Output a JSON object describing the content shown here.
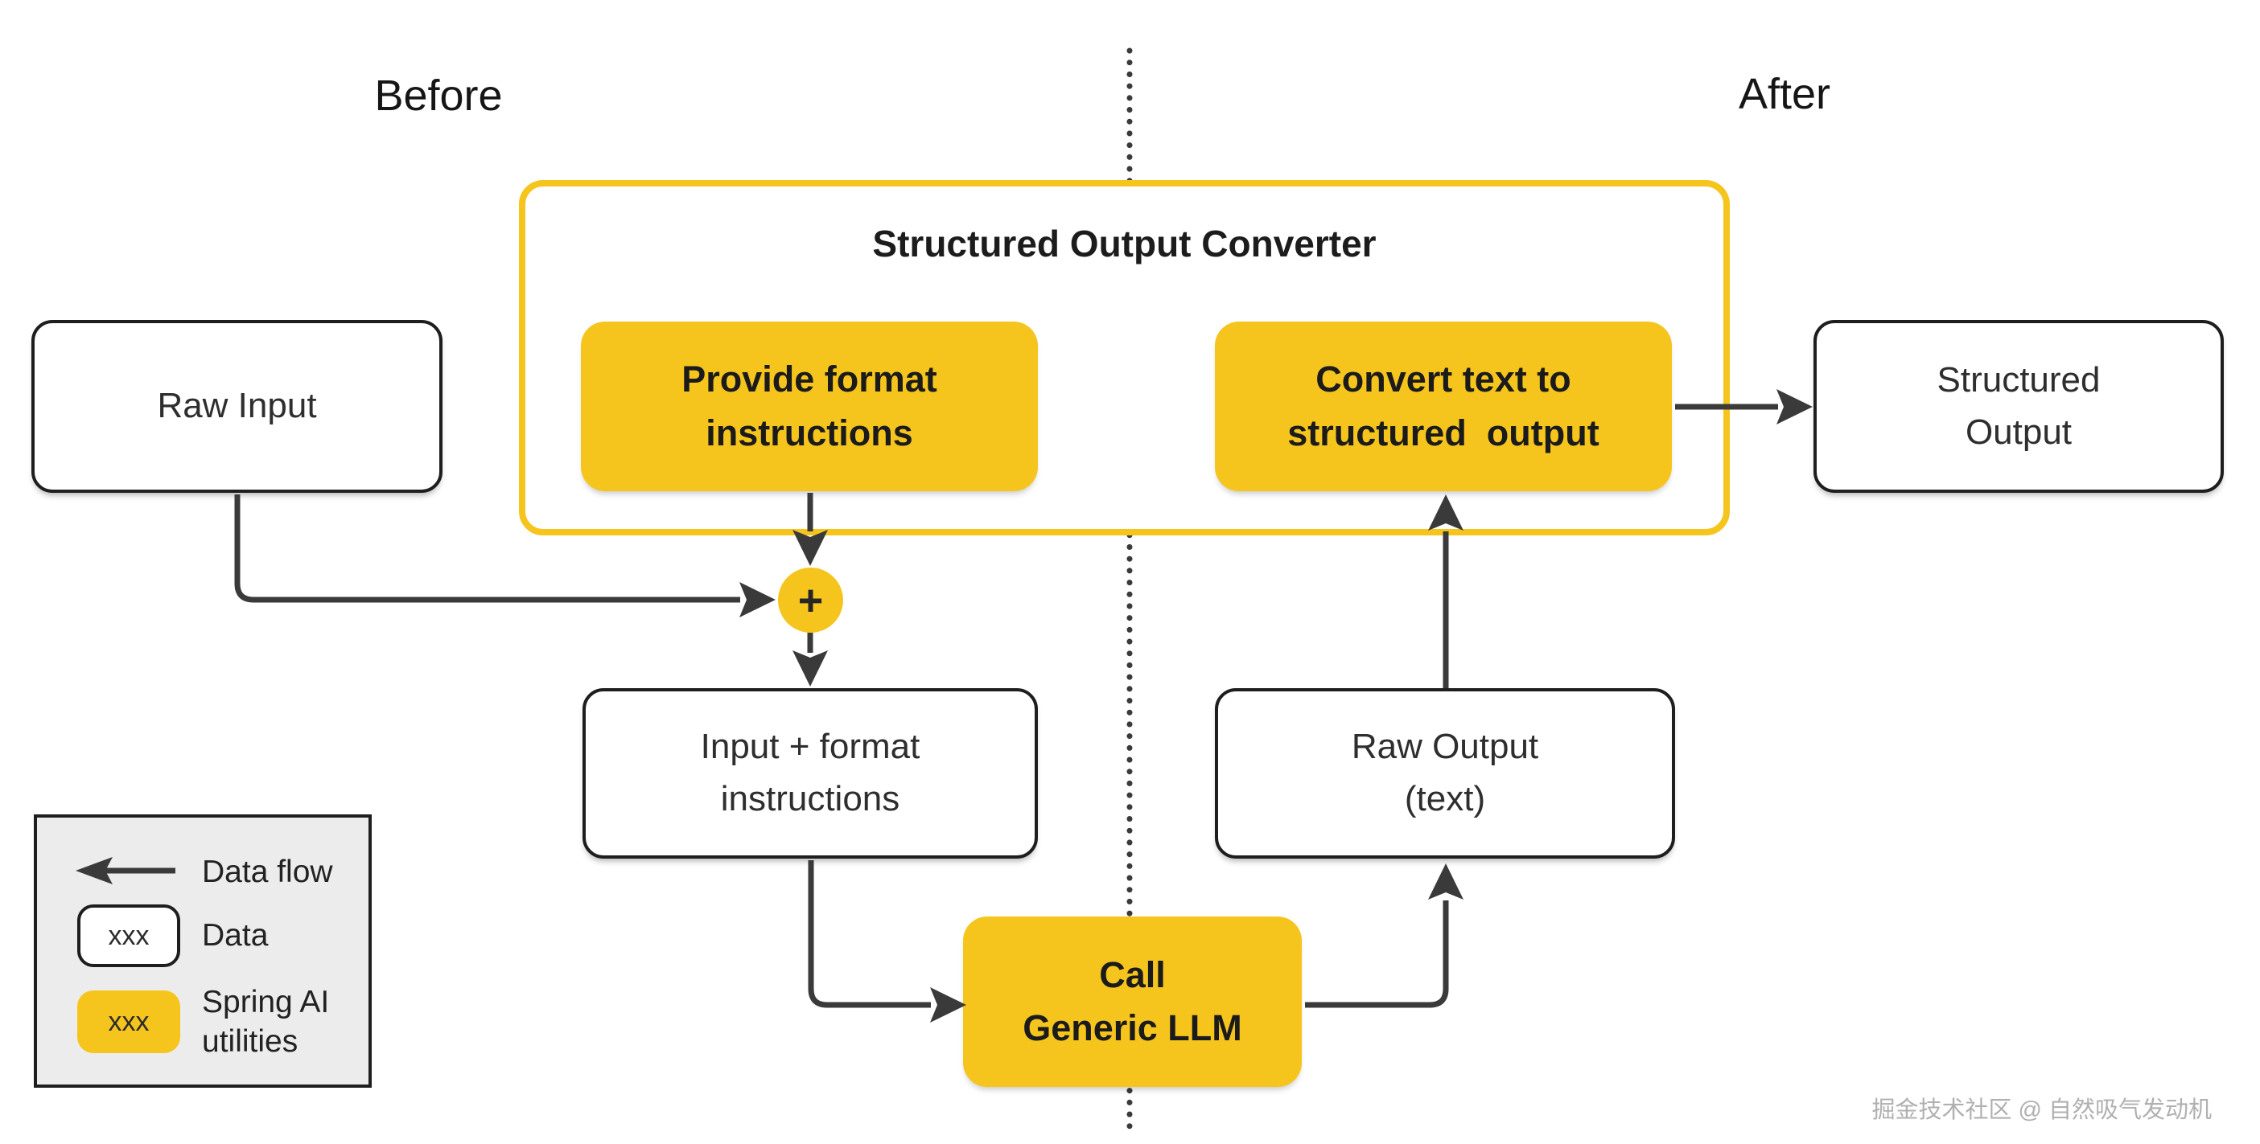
{
  "sections": {
    "before": "Before",
    "after": "After"
  },
  "converter": {
    "title": "Structured Output Converter"
  },
  "nodes": {
    "raw_input": {
      "label": "Raw Input"
    },
    "provide_format": {
      "label": "Provide format\ninstructions"
    },
    "convert_text": {
      "label": "Convert text to\nstructured  output"
    },
    "structured_output": {
      "label": "Structured\nOutput"
    },
    "input_format": {
      "label": "Input + format\ninstructions"
    },
    "raw_output": {
      "label": "Raw Output\n(text)"
    },
    "call_llm": {
      "label": "Call\nGeneric LLM"
    },
    "plus_junction": {
      "label": "+"
    }
  },
  "legend": {
    "data_flow_label": "Data flow",
    "data_chip_text": "xxx",
    "data_label": "Data",
    "spring_chip_text": "xxx",
    "spring_label": "Spring AI\nutilities"
  },
  "watermark": {
    "text": "掘金技术社区 @ 自然吸气发动机"
  },
  "colors": {
    "accent_yellow": "#F6C51D",
    "arrow_gray": "#3A3A3A",
    "border_dark": "#1E1E1E",
    "legend_background": "#ECECEC",
    "watermark_gray": "#B0B0B0"
  }
}
